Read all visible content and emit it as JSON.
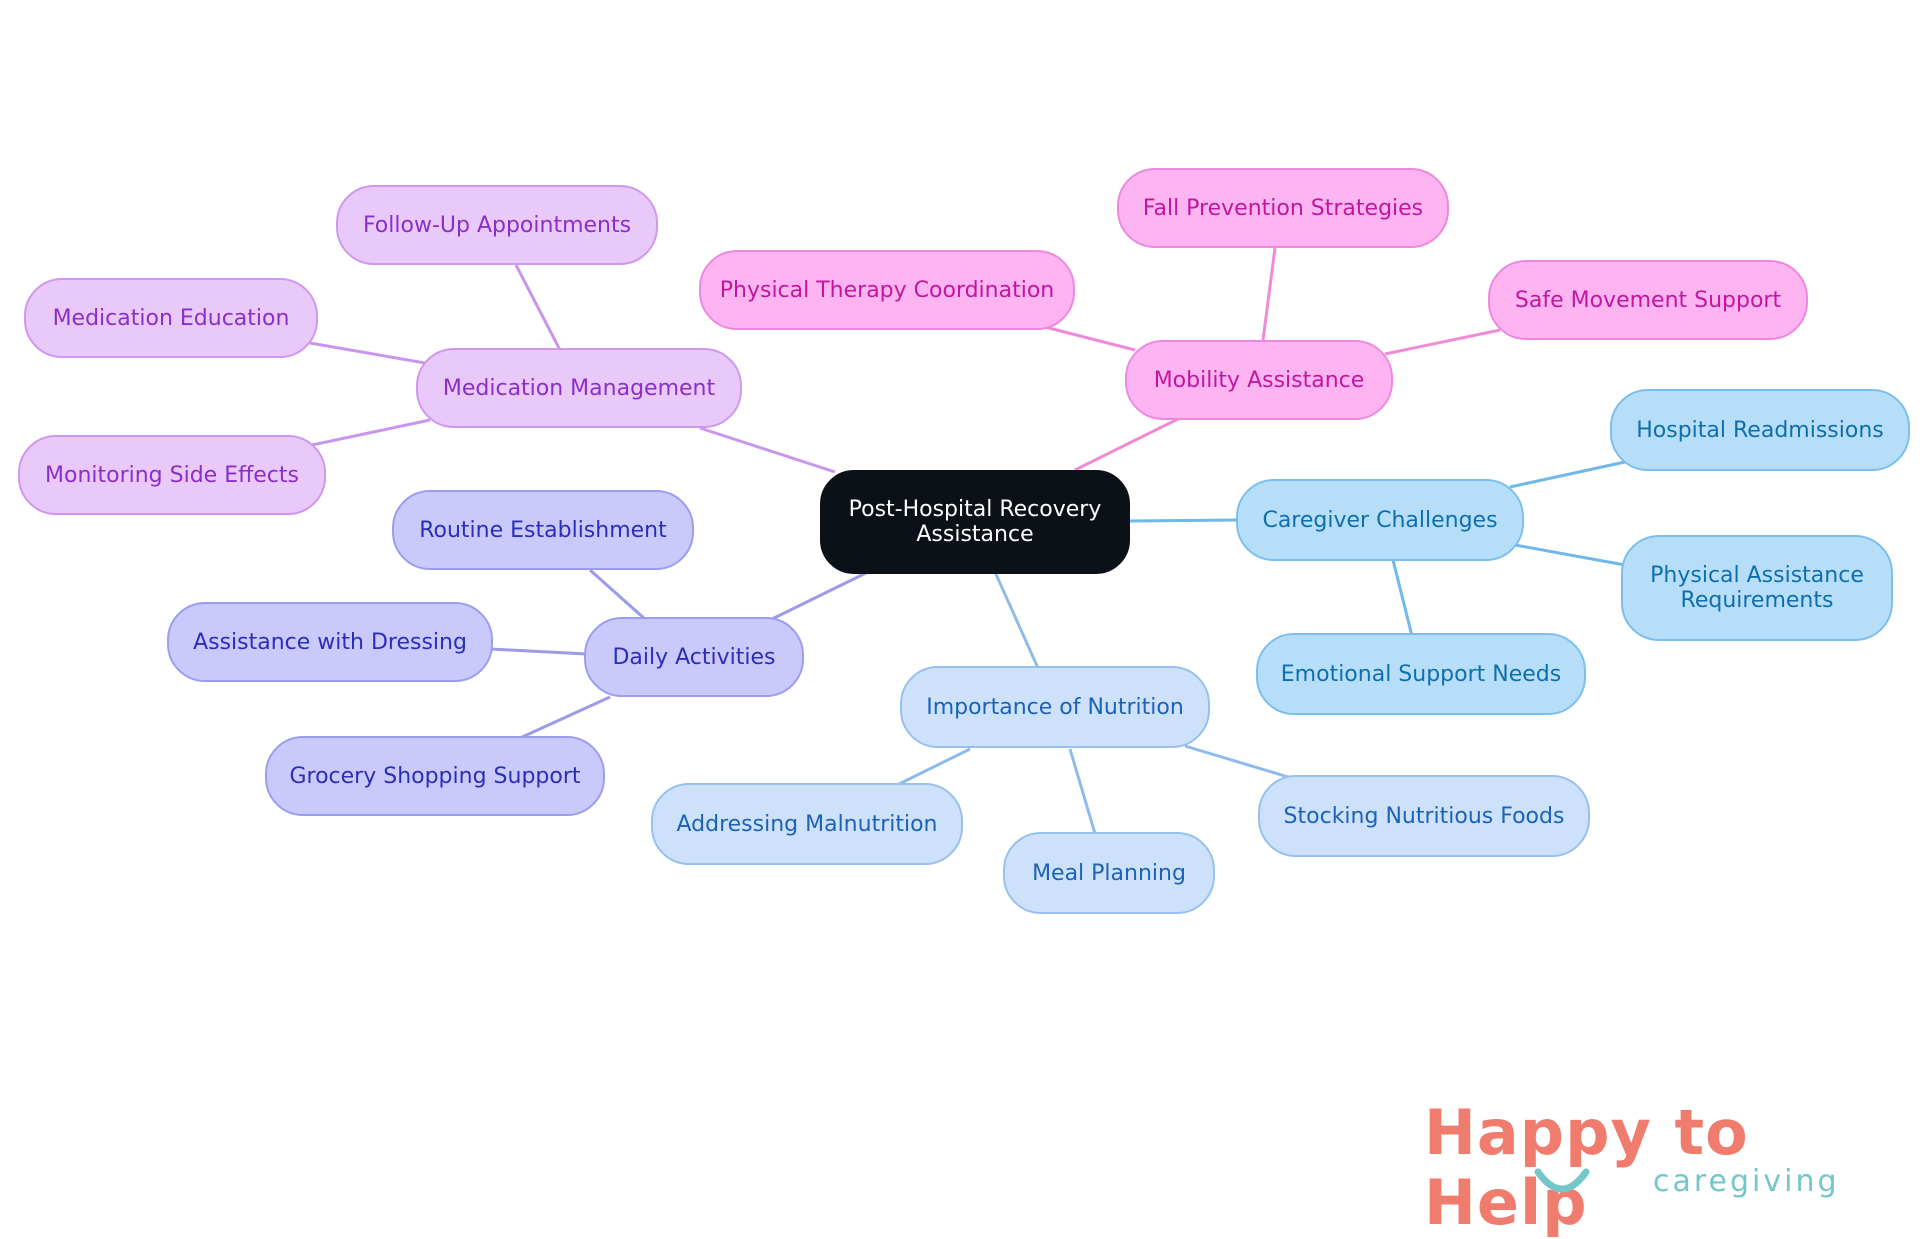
{
  "diagram": {
    "root": {
      "label_line1": "Post-Hospital Recovery",
      "label_line2": "Assistance"
    },
    "branches": {
      "mobility": {
        "label": "Mobility Assistance",
        "children": [
          "Physical Therapy Coordination",
          "Fall Prevention Strategies",
          "Safe Movement Support"
        ]
      },
      "medication": {
        "label": "Medication Management",
        "children": [
          "Follow-Up Appointments",
          "Medication Education",
          "Monitoring Side Effects"
        ]
      },
      "daily": {
        "label": "Daily Activities",
        "children": [
          "Routine Establishment",
          "Assistance with Dressing",
          "Grocery Shopping Support"
        ]
      },
      "caregiver": {
        "label": "Caregiver Challenges",
        "children": [
          "Hospital Readmissions",
          "Physical Assistance",
          "Requirements",
          "Emotional Support Needs"
        ]
      },
      "nutrition": {
        "label": "Importance of Nutrition",
        "children": [
          "Addressing Malnutrition",
          "Meal Planning",
          "Stocking Nutritious Foods"
        ]
      }
    },
    "colors": {
      "mobility_edge": "#f08ad8",
      "medication_edge": "#c896ec",
      "daily_edge": "#9b9bea",
      "caregiver_edge": "#6fb8e8",
      "nutrition_edge": "#8fbbea"
    }
  },
  "logo": {
    "word1": "Happy to Help",
    "word2": "caregiving"
  }
}
